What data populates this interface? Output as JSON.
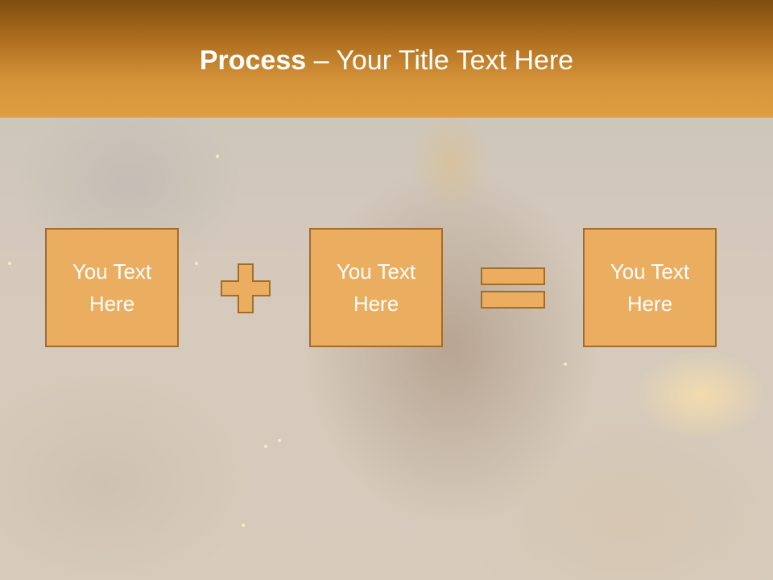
{
  "slide": {
    "title_bold": "Process",
    "title_rest": " – Your Title Text Here",
    "boxes": [
      {
        "text": "You Text Here"
      },
      {
        "text": "You Text Here"
      },
      {
        "text": "You Text Here"
      }
    ],
    "operators": [
      "plus-icon",
      "equals-icon"
    ]
  },
  "colors": {
    "header_top": "#7e4d10",
    "header_bottom": "#df9e42",
    "box_fill": "#ebae60",
    "box_border": "#a16d28",
    "text": "#ffffff"
  }
}
